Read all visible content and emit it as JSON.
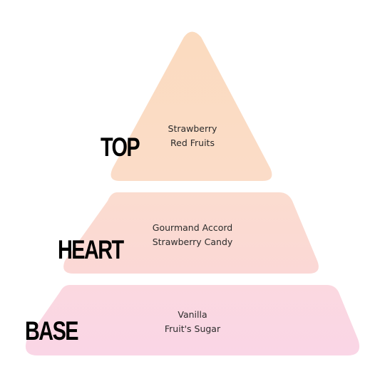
{
  "pyramid": {
    "tiers": [
      {
        "label": "TOP",
        "notes": [
          "Strawberry",
          "Red Fruits"
        ]
      },
      {
        "label": "HEART",
        "notes": [
          "Gourmand Accord",
          "Strawberry Candy"
        ]
      },
      {
        "label": "BASE",
        "notes": [
          "Vanilla",
          "Fruit's Sugar"
        ]
      }
    ]
  },
  "colors": {
    "top": "#fbdcc0",
    "heart": "#fbd9d0",
    "base": "#fad7e3"
  }
}
